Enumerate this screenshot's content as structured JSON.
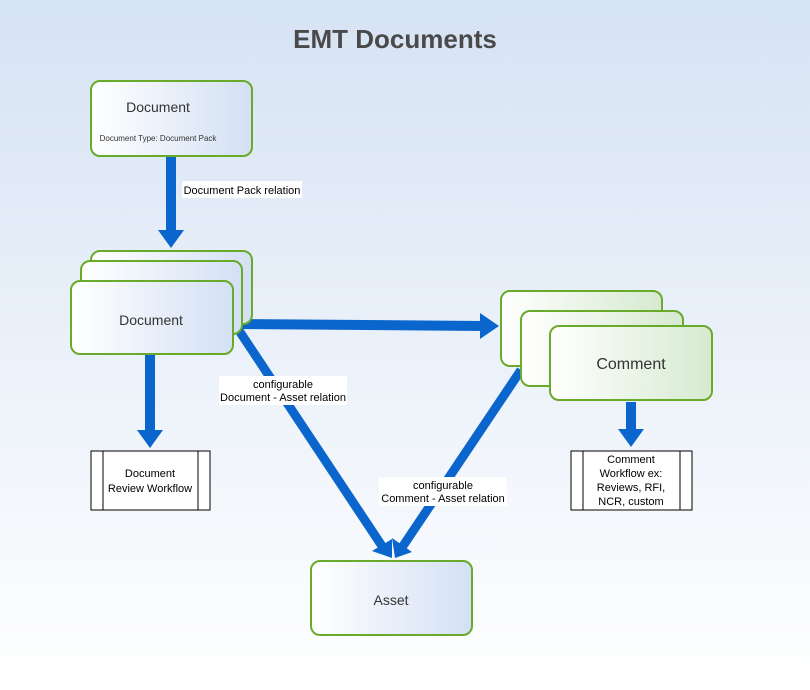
{
  "title": "EMT Documents",
  "colors": {
    "arrow": "#0a66cc",
    "border": "#6aaa2a"
  },
  "nodes": {
    "doc_pack": {
      "label": "Document",
      "sublabel": "Document Type: Document Pack"
    },
    "document": {
      "label": "Document"
    },
    "comment": {
      "label": "Comment"
    },
    "asset": {
      "label": "Asset"
    }
  },
  "processes": {
    "doc_review": {
      "line1": "Document",
      "line2": "Review Workflow"
    },
    "comment_workflow": {
      "line1": "Comment",
      "line2": "Workflow ex:",
      "line3": "Reviews, RFI,",
      "line4": "NCR, custom"
    }
  },
  "edges": {
    "pack_relation": "Document Pack relation",
    "doc_asset": {
      "line1": "configurable",
      "line2": "Document - Asset relation"
    },
    "comment_asset": {
      "line1": "configurable",
      "line2": "Comment - Asset relation"
    }
  }
}
